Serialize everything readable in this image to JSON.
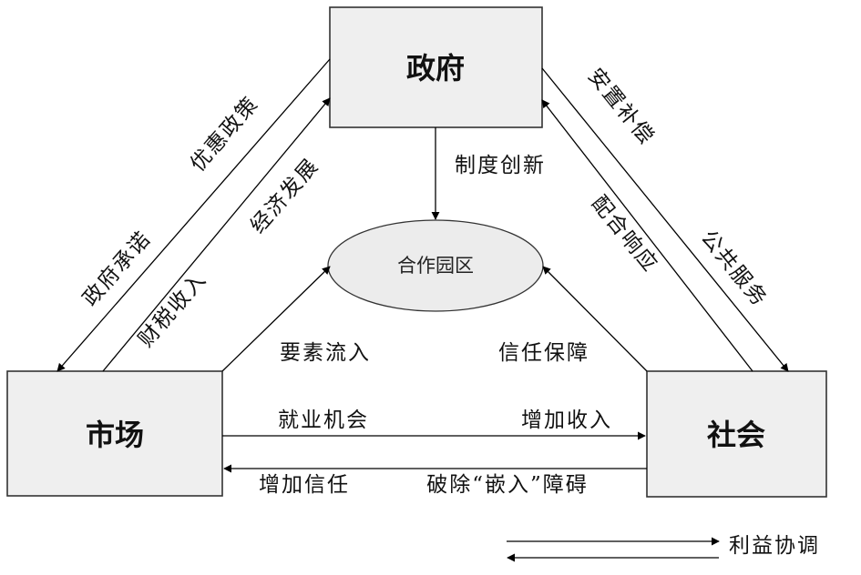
{
  "nodes": {
    "government": "政府",
    "market": "市场",
    "society": "社会",
    "park": "合作园区"
  },
  "edges": {
    "gov_to_market_outer": "优惠政策",
    "gov_to_market_inner": "政府承诺",
    "market_to_gov_outer": "经济发展",
    "market_to_gov_inner": "财税收入",
    "gov_to_park": "制度创新",
    "gov_to_society_outer": "安置补偿",
    "gov_to_society_inner": "公共服务",
    "society_to_gov": "配合响应",
    "market_to_park": "要素流入",
    "society_to_park": "信任保障",
    "market_to_society_1": "就业机会",
    "market_to_society_2": "增加收入",
    "society_to_market_1": "增加信任",
    "society_to_market_2": "破除“嵌入”障碍"
  },
  "legend": {
    "label": "利益协调"
  }
}
